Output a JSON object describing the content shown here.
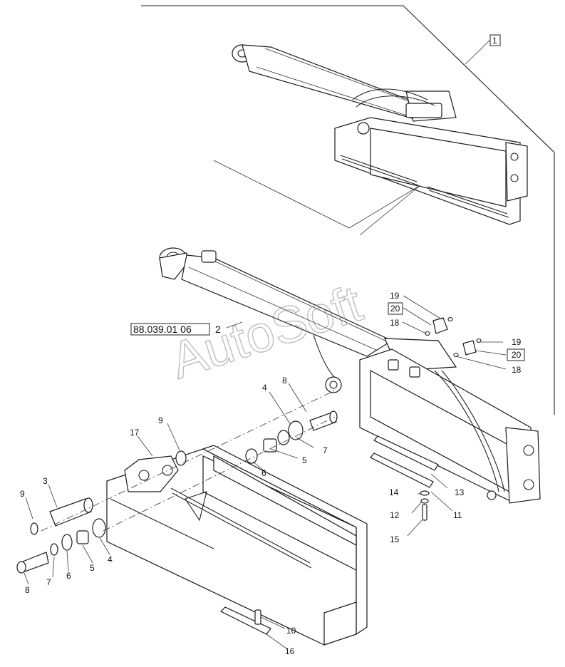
{
  "watermark": "AutoSoft",
  "reference_code": "88.039.01 06",
  "labels": {
    "l1": "1",
    "l2": "2",
    "l3": "3",
    "l4a": "4",
    "l4b": "4",
    "l5a": "5",
    "l5b": "5",
    "l6a": "6",
    "l6b": "6",
    "l7a": "7",
    "l7b": "7",
    "l8a": "8",
    "l8b": "8",
    "l9a": "9",
    "l9b": "9",
    "l10": "10",
    "l11": "11",
    "l12": "12",
    "l13": "13",
    "l14": "14",
    "l15": "15",
    "l16": "16",
    "l17": "17",
    "l18a": "18",
    "l18b": "18",
    "l19a": "19",
    "l19b": "19",
    "l20a": "20",
    "l20b": "20"
  }
}
